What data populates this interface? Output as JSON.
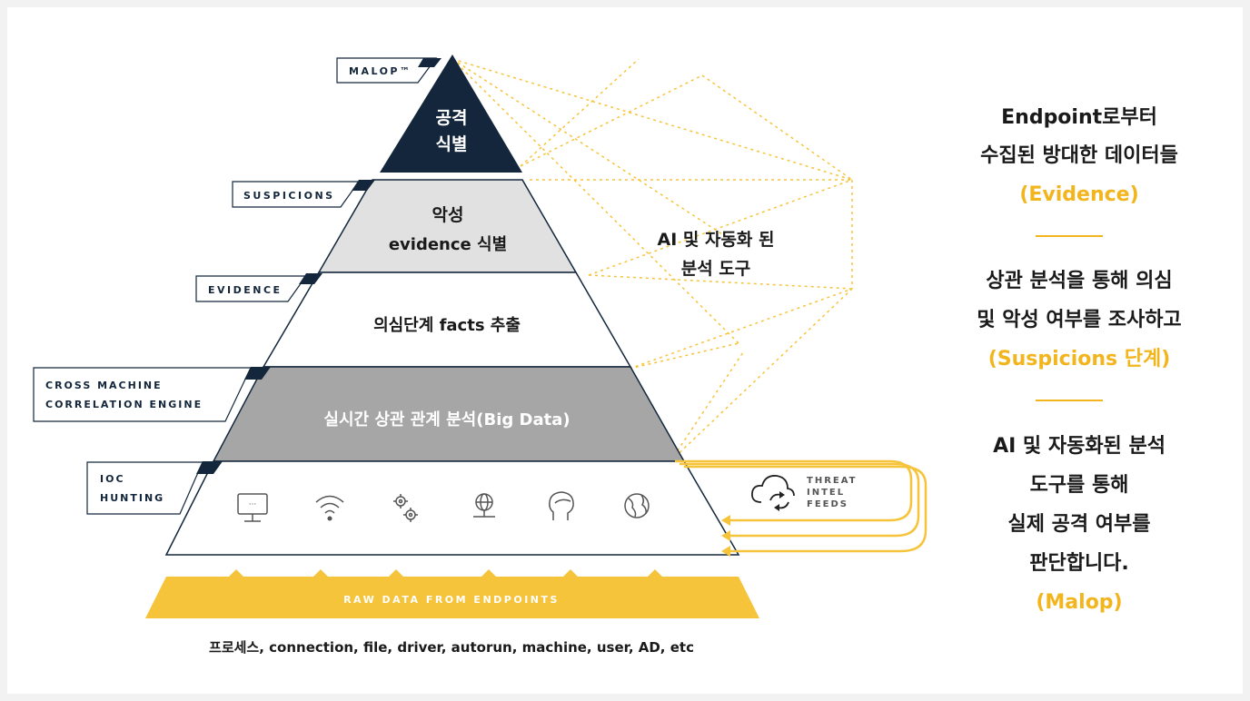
{
  "pyramid": {
    "levels": [
      {
        "tag": "MALOP™",
        "lines": [
          "공격",
          "식별"
        ]
      },
      {
        "tag": "SUSPICIONS",
        "lines": [
          "악성",
          "evidence 식별"
        ]
      },
      {
        "tag": "EVIDENCE",
        "lines": [
          "의심단계 facts 추출"
        ]
      },
      {
        "tag_lines": [
          "CROSS MACHINE",
          "CORRELATION ENGINE"
        ],
        "lines": [
          "실시간 상관 관계 분석(Big Data)"
        ]
      },
      {
        "tag_lines": [
          "IOC",
          "HUNTING"
        ]
      }
    ],
    "base_icons": [
      "monitor-icon",
      "wifi-icon",
      "gears-icon",
      "network-icon",
      "user-head-icon",
      "globe-icon"
    ]
  },
  "ai_tools_label": [
    "AI 및 자동화 된",
    "분석 도구"
  ],
  "threat_intel": {
    "lines": [
      "THREAT",
      "INTEL",
      "FEEDS"
    ],
    "icon": "cloud-sync-icon"
  },
  "raw_data": {
    "banner": "RAW DATA FROM ENDPOINTS",
    "caption": "프로세스, connection, file, driver, autorun, machine, user, AD, etc"
  },
  "right_panel": {
    "block1": [
      "Endpoint로부터",
      "수집된 방대한 데이터들"
    ],
    "block1_highlight": "(Evidence)",
    "block2": [
      "상관 분석을 통해 의심",
      "및 악성 여부를 조사하고"
    ],
    "block2_highlight": "(Suspicions 단계)",
    "block3": [
      "AI 및 자동화된 분석",
      "도구를 통해",
      "실제 공격 여부를",
      "판단합니다."
    ],
    "block3_highlight": "(Malop)"
  },
  "colors": {
    "navy": "#13263b",
    "light_gray": "#e1e1e1",
    "mid_gray": "#a6a6a6",
    "yellow": "#f6c43b",
    "accent_text": "#f2b51d"
  }
}
